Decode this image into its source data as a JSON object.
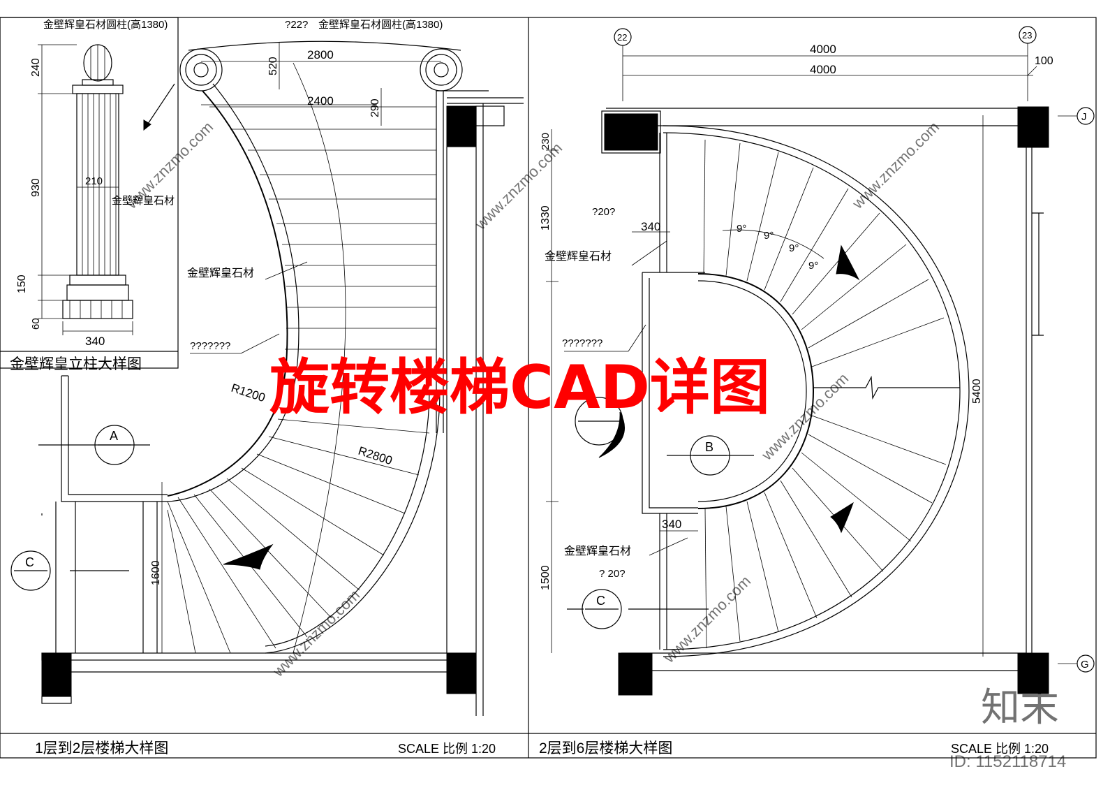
{
  "banner": {
    "title": "旋转楼梯CAD详图",
    "color": "#ff0000"
  },
  "left_sheet": {
    "title": "1层到2层楼梯大样图",
    "scale": "SCALE 比例 1:20",
    "column_detail": {
      "title": "金壁辉皇立柱大样图",
      "material": "金壁辉皇石材",
      "dims": {
        "top": "240",
        "shaft": "930",
        "base": "150",
        "plinth": "60",
        "width": "340",
        "shaft_width": "210"
      }
    },
    "labels": {
      "pillar_left": "金壁辉皇石材圆柱(高1380)",
      "pillar_right": "金壁辉皇石材圆柱(高1380)",
      "angle_note": "?22?",
      "material": "金壁辉皇石材",
      "unknown": "???????",
      "r_inner": "R1200",
      "r_outer": "R2800",
      "d2800": "2800",
      "d2400": "2400",
      "d520": "520",
      "d290": "290",
      "d1600": "1600"
    },
    "markers": {
      "a": "A",
      "c": "C"
    }
  },
  "right_sheet": {
    "title": "2层到6层楼梯大样图",
    "scale": "SCALE 比例 1:20",
    "grids": {
      "g22": "22",
      "g23": "23",
      "gj": "J",
      "gg": "G"
    },
    "labels": {
      "d4000a": "4000",
      "d4000b": "4000",
      "d100": "100",
      "d230": "230",
      "d1330": "1330",
      "d1500": "1500",
      "d5400": "5400",
      "d340a": "340",
      "d340b": "340",
      "angle1": "?20?",
      "angle2": "? 20?",
      "material1": "金壁辉皇石材",
      "material2": "金壁辉皇石材",
      "unknown": "???????",
      "deg": "9°"
    },
    "markers": {
      "b": "B",
      "c": "C"
    }
  },
  "watermark": {
    "text": "www.znzmo.com",
    "logo": "知末",
    "id": "ID: 1152118714"
  }
}
